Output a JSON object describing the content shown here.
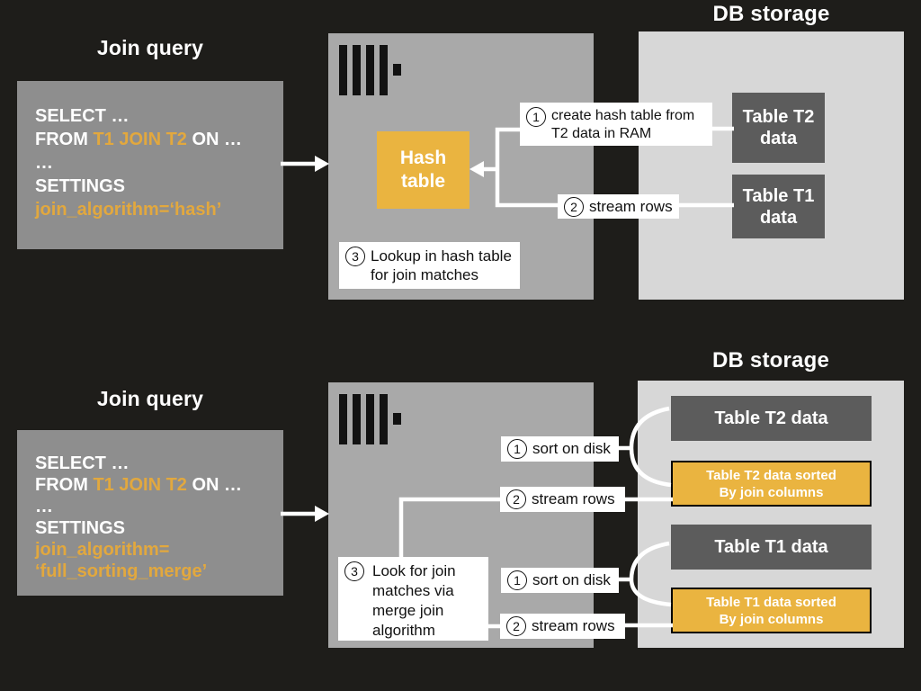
{
  "colors": {
    "background": "#1e1d1a",
    "query_box_gray": "#8e8e8e",
    "server_box_gray": "#a9a9a9",
    "db_storage_gray": "#d7d7d7",
    "table_box_dark": "#5c5c5c",
    "accent_orange": "#eab440",
    "sql_accent_orange": "#e2a83e",
    "line_white": "#ffffff",
    "logo_black": "#121212"
  },
  "icons": {
    "server_logo": "clickhouse-bars-logo",
    "query_arrow": "arrow-right",
    "hash_arrow": "arrow-left"
  },
  "diagram1": {
    "query_title": "Join query",
    "sql": {
      "line1": "SELECT …",
      "line2_prefix": "FROM ",
      "line2_accent": "T1 JOIN T2",
      "line2_suffix": " ON …",
      "line3": "…",
      "line4": "SETTINGS",
      "line5_accent": "join_algorithm=‘hash’"
    },
    "server": {
      "hash_table_line1": "Hash",
      "hash_table_line2": "table"
    },
    "steps": {
      "step1": {
        "num": "1",
        "line1": "create hash table from",
        "line2": "T2 data in RAM"
      },
      "step2": {
        "num": "2",
        "text": "stream rows"
      },
      "step3": {
        "num": "3",
        "line1": "Lookup in hash table",
        "line2": "for join matches"
      }
    },
    "db": {
      "title": "DB storage",
      "t2_line1": "Table T2",
      "t2_line2": "data",
      "t1_line1": "Table T1",
      "t1_line2": "data"
    }
  },
  "diagram2": {
    "query_title": "Join query",
    "sql": {
      "line1": "SELECT …",
      "line2_prefix": "FROM ",
      "line2_accent": "T1 JOIN T2",
      "line2_suffix": " ON …",
      "line3": "…",
      "line4": "SETTINGS",
      "line5_accent": "join_algorithm=",
      "line6_accent": "‘full_sorting_merge’"
    },
    "steps": {
      "sort_t2": {
        "num": "1",
        "text": "sort on disk"
      },
      "stream_t2": {
        "num": "2",
        "text": "stream rows"
      },
      "step3": {
        "num": "3",
        "line1": "Look for join",
        "line2": "matches via",
        "line3": "merge join",
        "line4": "algorithm"
      },
      "sort_t1": {
        "num": "1",
        "text": "sort on disk"
      },
      "stream_t1": {
        "num": "2",
        "text": "stream rows"
      }
    },
    "db": {
      "title": "DB storage",
      "t2": "Table T2 data",
      "t2_sorted_line1": "Table T2 data sorted",
      "t2_sorted_line2": "By join columns",
      "t1": "Table T1 data",
      "t1_sorted_line1": "Table T1 data sorted",
      "t1_sorted_line2": "By join columns"
    }
  }
}
